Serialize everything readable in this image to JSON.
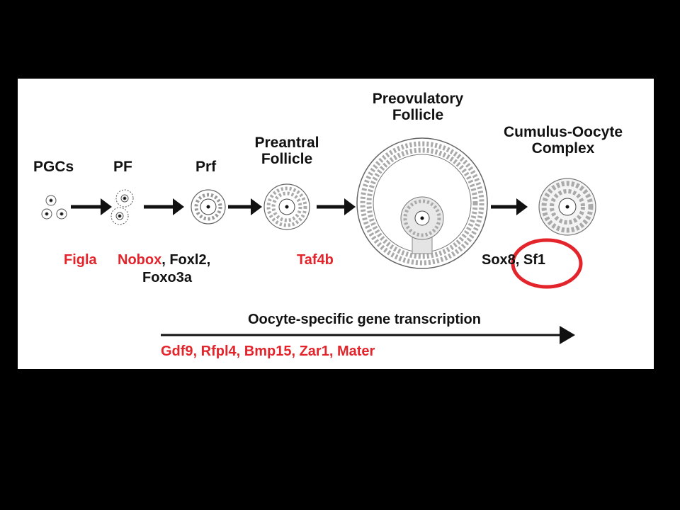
{
  "stages": {
    "pgcs": "PGCs",
    "pf": "PF",
    "prf": "Prf",
    "preantral": [
      "Preantral",
      "Follicle"
    ],
    "preovulatory": [
      "Preovulatory",
      "Follicle"
    ],
    "coc": [
      "Cumulus-Oocyte",
      "Complex"
    ]
  },
  "genes": {
    "figla": "Figla",
    "nobox": "Nobox",
    "foxl2": ", Foxl2,",
    "foxo3a": "Foxo3a",
    "taf4b": "Taf4b",
    "sox_sf1": "Sox8, Sf1"
  },
  "transcription": {
    "title": "Oocyte-specific gene transcription",
    "genes": "Gdf9, Rfpl4, Bmp15, Zar1, Mater"
  },
  "colors": {
    "highlight": "#e3242b",
    "text": "#111111",
    "background": "#000000",
    "panel": "#ffffff"
  }
}
